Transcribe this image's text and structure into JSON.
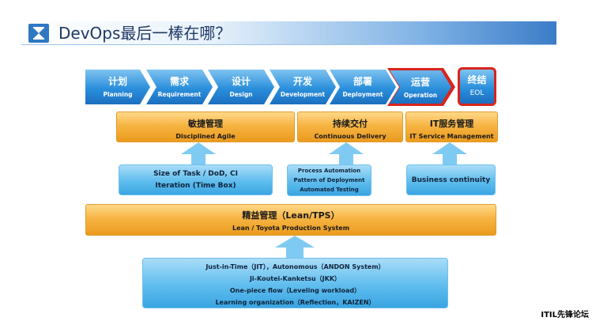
{
  "title": "DevOps最后一棒在哪？",
  "phases": [
    {
      "cn": "计划",
      "en": "Planning"
    },
    {
      "cn": "需求",
      "en": "Requirement"
    },
    {
      "cn": "设计",
      "en": "Design"
    },
    {
      "cn": "开发",
      "en": "Development"
    },
    {
      "cn": "部署",
      "en": "Deployment"
    },
    {
      "cn": "运营",
      "en": "Operation"
    },
    {
      "cn": "终结",
      "en": "EOL"
    }
  ],
  "practices": {
    "agile": {
      "cn": "敏捷管理",
      "en": "Disciplined Agile"
    },
    "delivery": {
      "cn": "持续交付",
      "en": "Continuous Delivery"
    },
    "itsm": {
      "cn": "IT服务管理",
      "en": "IT Service Management"
    }
  },
  "supports": {
    "agile": [
      "Size of Task / DoD, CI",
      "Iteration (Time Box)"
    ],
    "delivery": [
      "Process Automation",
      "Pattern of Deployment",
      "Automated Testing"
    ],
    "itsm": [
      "Business continuity"
    ]
  },
  "lean": {
    "cn": "精益管理（Lean/TPS）",
    "en": "Lean / Toyota Production System"
  },
  "lean_practices": [
    "Just-in-Time（JIT），Autonomous（ANDON System）",
    "Ji-Koutei-Kanketsu（JKK）",
    "One-piece flow（Leveling workload）",
    "Learning organization（Reflection，KAIZEN）"
  ],
  "footer": "ITIL先锋论坛",
  "colors": {
    "phase_blue": "#2a8fdc",
    "highlight_red": "#d9241c",
    "orange": "#f6b443",
    "light_blue": "#5fbdee",
    "title_text": "#1f3864"
  }
}
